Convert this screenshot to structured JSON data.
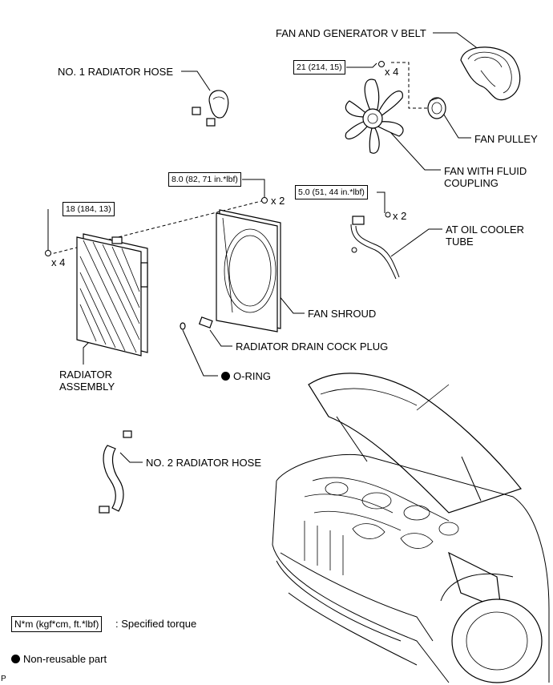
{
  "labels": {
    "fan_belt": "FAN AND GENERATOR V BELT",
    "radiator_hose_1": "NO. 1 RADIATOR HOSE",
    "fan_pulley": "FAN PULLEY",
    "fan_fluid_coupling": "FAN WITH FLUID\nCOUPLING",
    "at_oil_cooler_tube": "AT OIL COOLER\nTUBE",
    "fan_shroud": "FAN SHROUD",
    "drain_cock_plug": "RADIATOR DRAIN COCK PLUG",
    "radiator_assembly": "RADIATOR\nASSEMBLY",
    "o_ring": "O-RING",
    "radiator_hose_2": "NO. 2 RADIATOR HOSE"
  },
  "torques": {
    "fan_nut": "21 (214, 15)",
    "shroud_bolt": "8.0 (82, 71 in.*lbf)",
    "radiator_bolt": "18 (184, 13)",
    "cooler_tube_bolt": "5.0 (51, 44 in.*lbf)"
  },
  "multipliers": {
    "fan_nut": "x 4",
    "shroud_bolt": "x 2",
    "radiator_bolt": "x 4",
    "cooler_tube_bolt": "x 2"
  },
  "legend": {
    "torque_unit": "N*m (kgf*cm, ft.*lbf)",
    "torque_text": ": Specified torque",
    "nonreusable_text": "Non-reusable part"
  },
  "corner_mark": "P",
  "colors": {
    "line": "#000000",
    "background": "#ffffff"
  }
}
